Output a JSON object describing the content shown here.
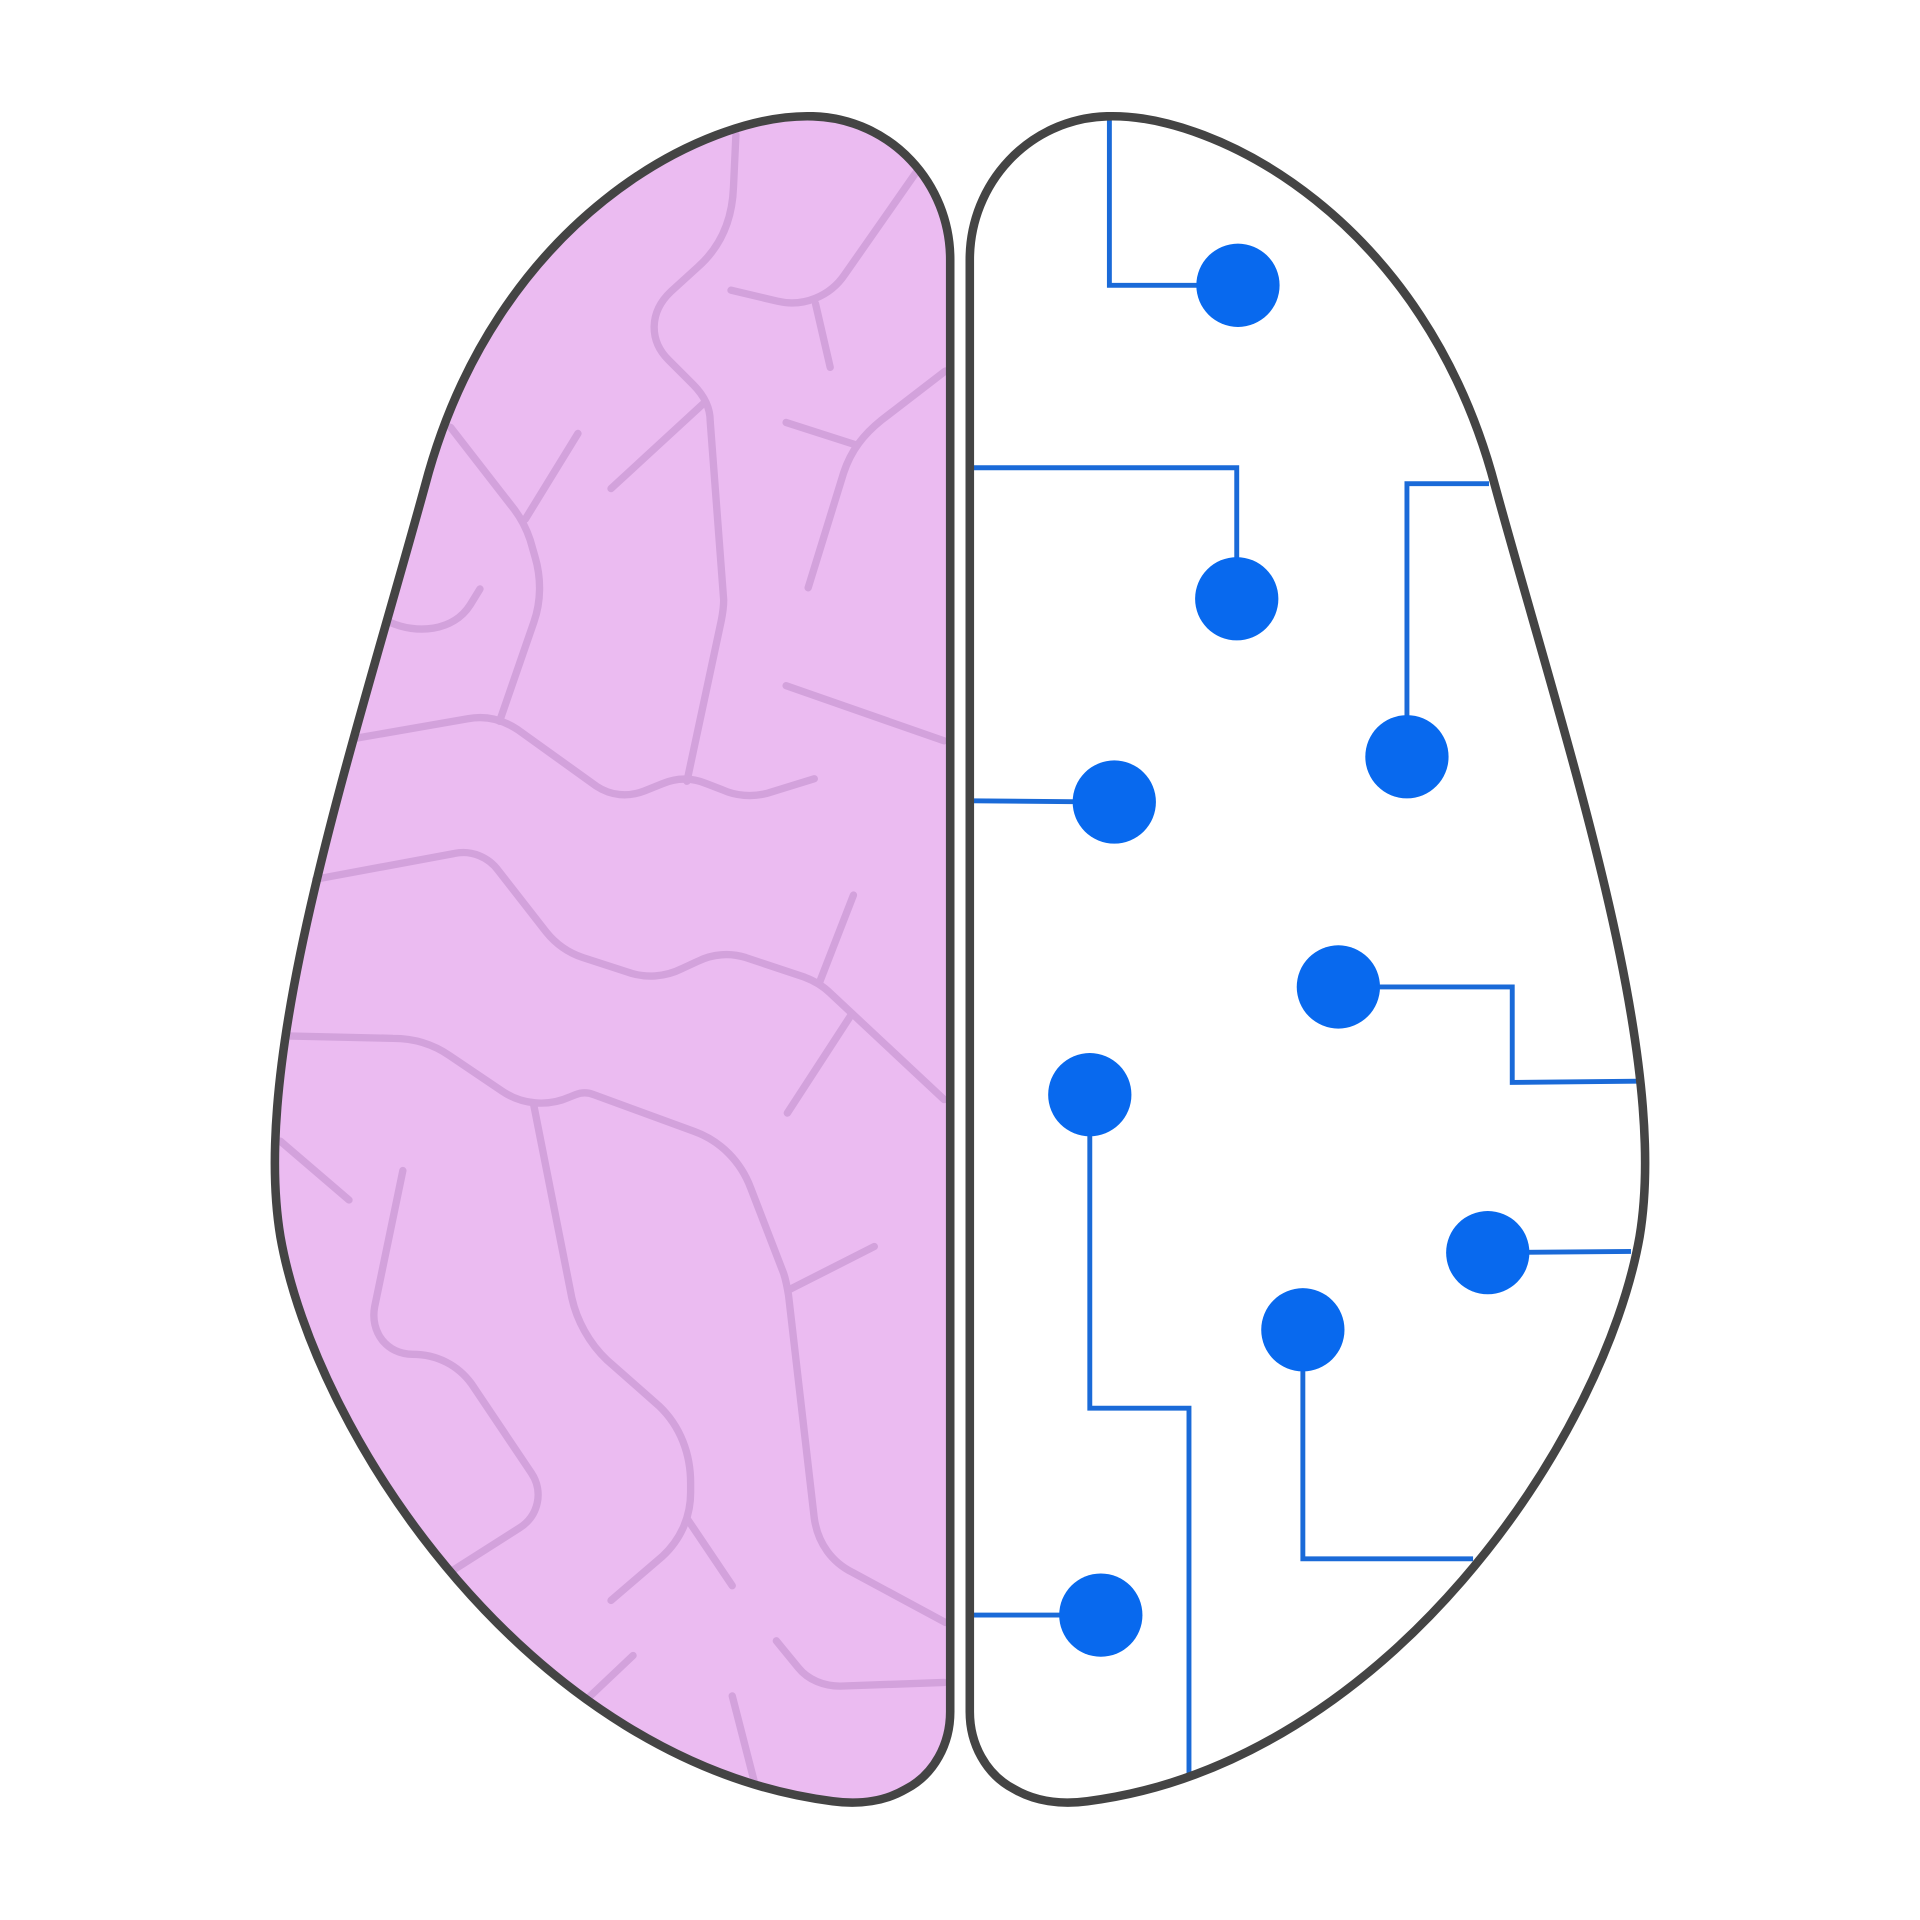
{
  "illustration": {
    "subject": "brain-icon",
    "left_hemisphere_style": "organic",
    "right_hemisphere_style": "circuit"
  },
  "colors": {
    "background": "#ffffff",
    "outline": "#444444",
    "left_fill": "#ebbbf1",
    "vein": "#d3a2dc",
    "circuit_line": "#1a6ad8",
    "circuit_node": "#0869ee"
  },
  "circuit": {
    "node_count": 9
  }
}
